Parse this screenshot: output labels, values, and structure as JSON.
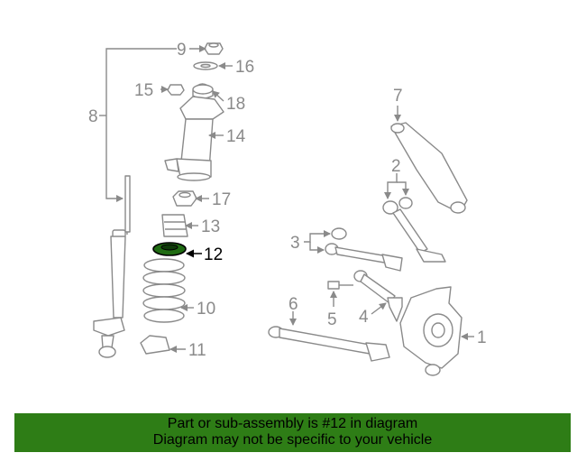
{
  "callouts": {
    "c1": "1",
    "c2": "2",
    "c3": "3",
    "c4": "4",
    "c5": "5",
    "c6": "6",
    "c7": "7",
    "c8": "8",
    "c9": "9",
    "c10": "10",
    "c11": "11",
    "c12": "12",
    "c13": "13",
    "c14": "14",
    "c15": "15",
    "c16": "16",
    "c17": "17",
    "c18": "18"
  },
  "highlighted_part": "12",
  "colors": {
    "line": "#8a8a8a",
    "highlight": "#000000",
    "highlight_part": "#1f6b12",
    "banner": "#2e7d16"
  },
  "banner": {
    "line1": "Part or sub-assembly is #12 in diagram",
    "line2": "Diagram may not be specific to your vehicle"
  }
}
